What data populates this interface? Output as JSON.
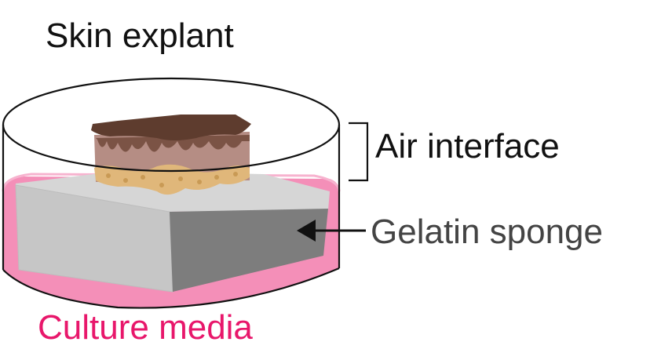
{
  "labels": {
    "skin_explant": "Skin explant",
    "air_interface": "Air interface",
    "gelatin_sponge": "Gelatin sponge",
    "culture_media": "Culture media"
  },
  "colors": {
    "label_black": "#111111",
    "label_gray": "#444444",
    "label_magenta": "#e8176b",
    "media_pink": "#f48fb8",
    "sponge_top": "#d6d6d6",
    "sponge_front": "#c4c4c4",
    "sponge_side": "#7d7d7d",
    "skin_dark": "#5e3c2e",
    "skin_mid": "#b58d84",
    "skin_fat": "#e0b77a"
  }
}
